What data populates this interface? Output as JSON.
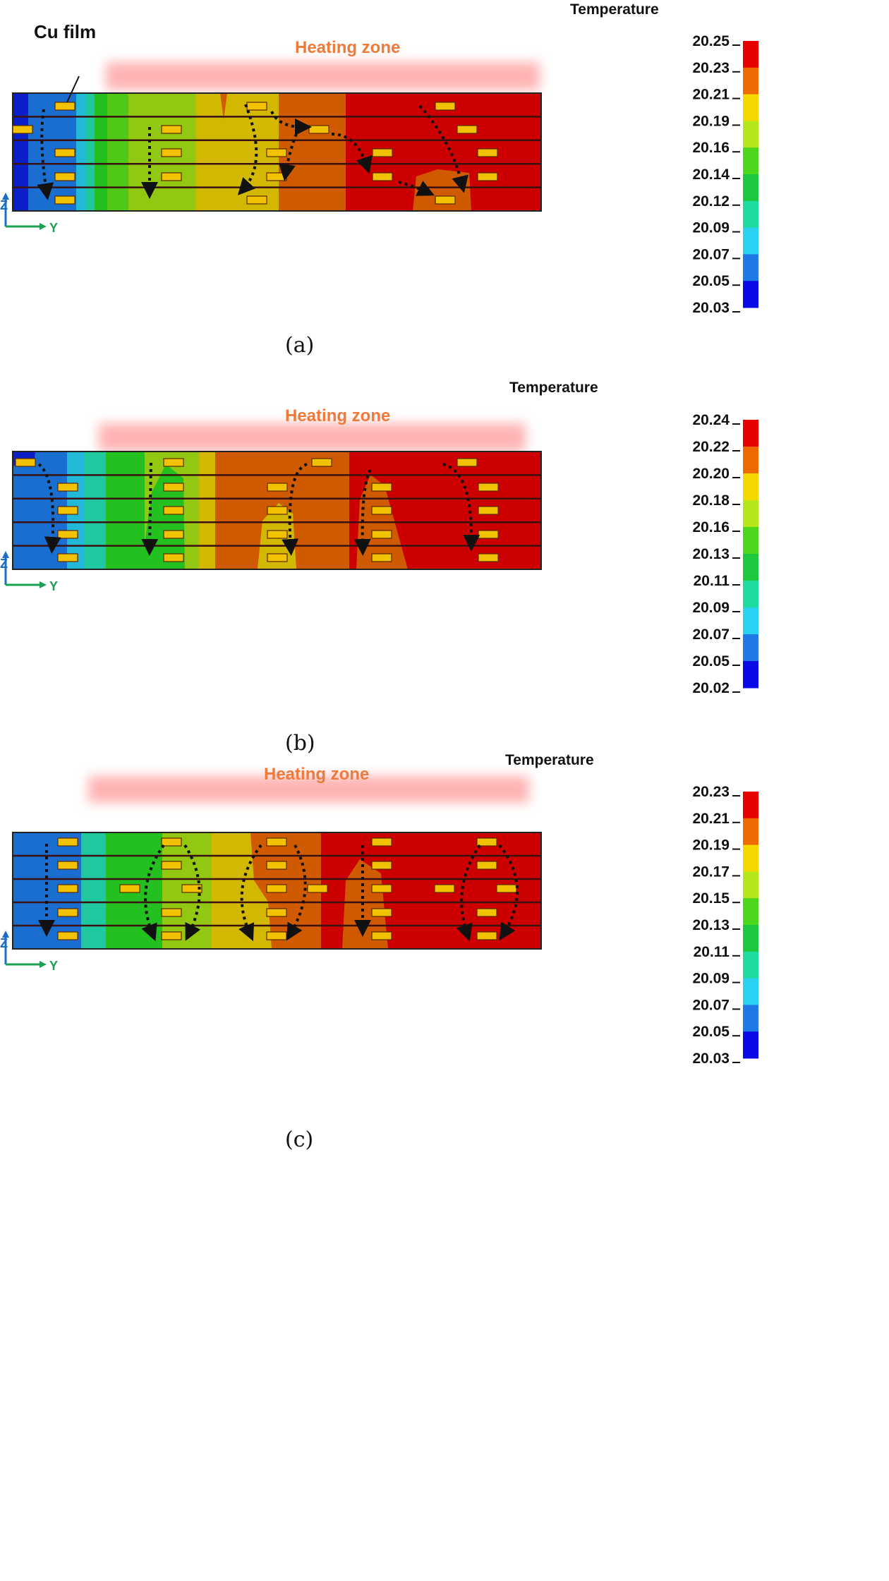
{
  "panels": [
    {
      "id": "a",
      "caption": "(a)",
      "heating_zone_label": "Heating zone",
      "cu_film_label": "Cu film",
      "axis_z": "Z",
      "axis_y": "Y",
      "colorbar": {
        "title": "Temperature",
        "labels": [
          "20.25",
          "20.23",
          "20.21",
          "20.19",
          "20.16",
          "20.14",
          "20.12",
          "20.09",
          "20.07",
          "20.05",
          "20.03"
        ]
      }
    },
    {
      "id": "b",
      "caption": "(b)",
      "heating_zone_label": "Heating zone",
      "axis_z": "Z",
      "axis_y": "Y",
      "colorbar": {
        "title": "Temperature",
        "labels": [
          "20.24",
          "20.22",
          "20.20",
          "20.18",
          "20.16",
          "20.13",
          "20.11",
          "20.09",
          "20.07",
          "20.05",
          "20.02"
        ]
      }
    },
    {
      "id": "c",
      "caption": "(c)",
      "heating_zone_label": "Heating zone",
      "axis_z": "Z",
      "axis_y": "Y",
      "colorbar": {
        "title": "Temperature",
        "labels": [
          "20.23",
          "20.21",
          "20.19",
          "20.17",
          "20.15",
          "20.13",
          "20.11",
          "20.09",
          "20.07",
          "20.05",
          "20.03"
        ]
      }
    }
  ],
  "colors": {
    "colorbar": [
      "#e60000",
      "#ee6a00",
      "#f5d800",
      "#b4e61a",
      "#4cd61e",
      "#1ec83c",
      "#1edca0",
      "#28d2f0",
      "#1e78e6",
      "#0a0ae6"
    ],
    "axis_arrows": "#1aa050",
    "axis_label_z": "#1a6ec8",
    "heating_label": "#f07a3a",
    "film": "#f2c200"
  }
}
